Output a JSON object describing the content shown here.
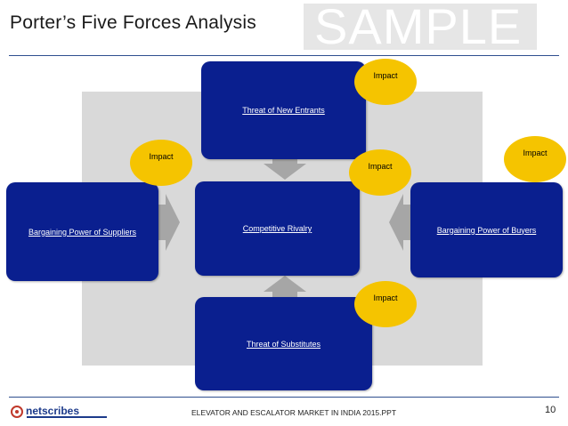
{
  "slide": {
    "title": "Porter’s Five Forces Analysis",
    "watermark": "SAMPLE",
    "page_number": "10",
    "footer": "ELEVATOR AND ESCALATOR MARKET IN INDIA 2015.PPT",
    "logo_text": "netscribes"
  },
  "forces": {
    "new_entrants": "Threat of New Entrants",
    "suppliers": "Bargaining Power of Suppliers",
    "rivalry": "Competitive Rivalry",
    "buyers": "Bargaining Power of Buyers",
    "substitutes": "Threat of Substitutes"
  },
  "impact_labels": {
    "new_entrants": "Impact",
    "suppliers": "Impact",
    "rivalry": "Impact",
    "buyers": "Impact",
    "substitutes": "Impact"
  },
  "colors": {
    "box": "#0a1f8f",
    "impact": "#f5c400",
    "panel": "#d9d9d9",
    "arrow": "#a6a6a6"
  }
}
